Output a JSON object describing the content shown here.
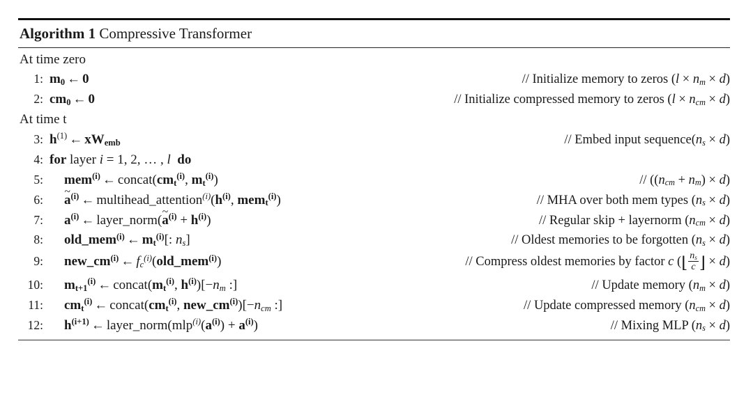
{
  "algorithm": {
    "title_keyword": "Algorithm 1",
    "title_name": "Compressive Transformer",
    "sections": [
      {
        "label": "At time zero"
      },
      {
        "label": "At time t"
      }
    ],
    "lines": [
      {
        "number": "1:",
        "statement": "m_0 <- 0",
        "comment": "// Initialize memory to zeros (l × n_m × d)"
      },
      {
        "number": "2:",
        "statement": "cm_0 <- 0",
        "comment": "// Initialize compressed memory to zeros (l × n_cm × d)"
      },
      {
        "number": "3:",
        "statement": "h^(1) <- xW_emb",
        "comment": "// Embed input sequence(n_s × d)"
      },
      {
        "number": "4:",
        "statement": "for layer i = 1, 2, ..., l do",
        "comment": ""
      },
      {
        "number": "5:",
        "statement": "mem^(i) <- concat(cm_t^(i), m_t^(i))",
        "comment": "// ((n_cm + n_m) × d)"
      },
      {
        "number": "6:",
        "statement": "ã^(i) <- multihead_attention^(i)(h^(i), mem_t^(i))",
        "comment": "// MHA over both mem types (n_s × d)"
      },
      {
        "number": "7:",
        "statement": "a^(i) <- layer_norm(ã^(i) + h^(i))",
        "comment": "// Regular skip + layernorm (n_cm × d)"
      },
      {
        "number": "8:",
        "statement": "old_mem^(i) <- m_t^(i)[: n_s]",
        "comment": "// Oldest memories to be forgotten (n_s × d)"
      },
      {
        "number": "9:",
        "statement": "new_cm^(i) <- f_c^(i)(old_mem^(i))",
        "comment": "// Compress oldest memories by factor c (⌊n_s/c⌋ × d)"
      },
      {
        "number": "10:",
        "statement": "m_{t+1}^(i) <- concat(m_t^(i), h^(i))[-n_m :]",
        "comment": "// Update memory (n_m × d)"
      },
      {
        "number": "11:",
        "statement": "cm_t^(i) <- concat(cm_t^(i), new_cm^(i))[-n_cm :]",
        "comment": "// Update compressed memory (n_cm × d)"
      },
      {
        "number": "12:",
        "statement": "h^(i+1) <- layer_norm(mlp^(i)(a^(i)) + a^(i))",
        "comment": "// Mixing MLP (n_s × d)"
      }
    ],
    "symbols": {
      "arrow": "←",
      "times": "×",
      "plus": "+",
      "comment_marker": "//",
      "floor_left": "⌊",
      "floor_right": "⌋",
      "ellipsis": "…"
    }
  }
}
